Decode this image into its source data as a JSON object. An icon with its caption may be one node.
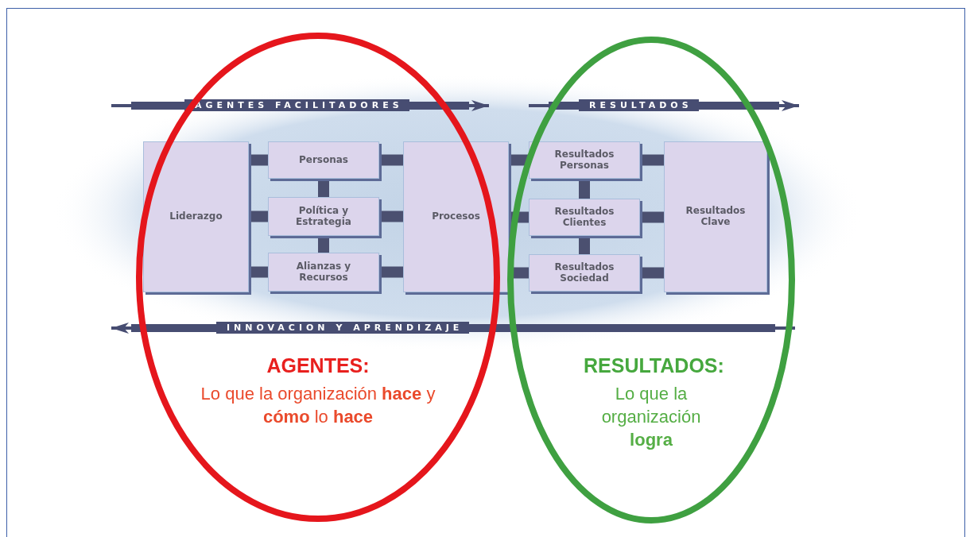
{
  "diagram": {
    "nodes": [
      {
        "text": [
          "Liderazgo"
        ],
        "in": 9
      },
      {
        "text": [
          "Personas"
        ],
        "in": 9
      },
      {
        "text": [
          "Política y Estrategia"
        ],
        "in": 9
      },
      {
        "text": [
          "Alianzas y Recursos"
        ],
        "in": 9
      },
      {
        "text": [
          "Procesos"
        ]
      },
      {
        "text": [
          "Resultados Personas"
        ],
        "in": 10
      },
      {
        "text": [
          "Resultados Clientes"
        ],
        "in": 10
      },
      {
        "text": [
          "Resultados Sociedad"
        ],
        "in": 10
      },
      {
        "text": [
          "Resultados Clave"
        ],
        "in": 10
      },
      {
        "text": [
          "AGENTES:",
          "Lo que la organización **hace** y **cómo** lo **hace**"
        ]
      },
      {
        "text": [
          "RESULTADOS:",
          "Lo que la organización **logra**"
        ]
      }
    ],
    "edges": [
      {
        "from": 0,
        "to": 1,
        "arrow": "none"
      },
      {
        "from": 0,
        "to": 2,
        "arrow": "none"
      },
      {
        "from": 0,
        "to": 3,
        "arrow": "none"
      },
      {
        "from": 1,
        "to": 2,
        "arrow": "none"
      },
      {
        "from": 2,
        "to": 3,
        "arrow": "none"
      },
      {
        "from": 1,
        "to": 4,
        "arrow": "none"
      },
      {
        "from": 2,
        "to": 4,
        "arrow": "none"
      },
      {
        "from": 3,
        "to": 4,
        "arrow": "none"
      },
      {
        "from": 4,
        "to": 5,
        "arrow": "none"
      },
      {
        "from": 4,
        "to": 6,
        "arrow": "none"
      },
      {
        "from": 4,
        "to": 7,
        "arrow": "none"
      },
      {
        "from": 5,
        "to": 6,
        "arrow": "none"
      },
      {
        "from": 6,
        "to": 7,
        "arrow": "none"
      },
      {
        "from": 5,
        "to": 8,
        "arrow": "none"
      },
      {
        "from": 6,
        "to": 8,
        "arrow": "none"
      },
      {
        "from": 7,
        "to": 8,
        "arrow": "none"
      }
    ],
    "labels": [
      "AGENTES FACILITADORES",
      "RESULTADOS",
      "INNOVACION Y APRENDIZAJE"
    ]
  }
}
